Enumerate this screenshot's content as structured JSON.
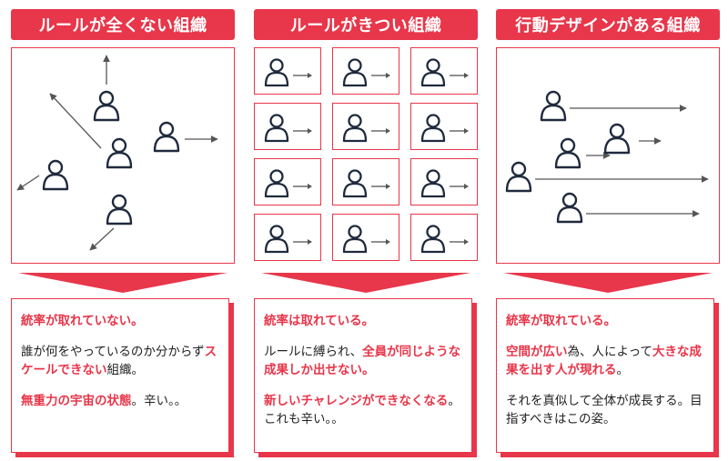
{
  "columns": [
    {
      "title": "ルールが全くない組織",
      "paragraphs": [
        [
          {
            "text": "統率が取れていない。",
            "red": true
          }
        ],
        [
          {
            "text": "誰が何をやっているのか分からず",
            "red": false
          },
          {
            "text": "スケールできない",
            "red": true
          },
          {
            "text": "組織。",
            "red": false
          }
        ],
        [
          {
            "text": "無重力の宇宙の状態",
            "red": true
          },
          {
            "text": "。辛い。。",
            "red": false
          }
        ]
      ]
    },
    {
      "title": "ルールがきつい組織",
      "paragraphs": [
        [
          {
            "text": "統率は取れている。",
            "red": true
          }
        ],
        [
          {
            "text": "ルールに縛られ、",
            "red": false
          },
          {
            "text": "全員が同じような成果しか出せない。",
            "red": true
          }
        ],
        [
          {
            "text": "新しいチャレンジができなくなる",
            "red": true
          },
          {
            "text": "。これも辛い。。",
            "red": false
          }
        ]
      ]
    },
    {
      "title": "行動デザインがある組織",
      "paragraphs": [
        [
          {
            "text": "統率が取れている。",
            "red": true
          }
        ],
        [
          {
            "text": "空間が広い",
            "red": true
          },
          {
            "text": "為、人によって",
            "red": false
          },
          {
            "text": "大きな成果を出す人が現れる",
            "red": true
          },
          {
            "text": "。",
            "red": false
          }
        ],
        [
          {
            "text": "それを真似して全体が成長する。目指すべきはこの姿。",
            "red": false
          }
        ]
      ]
    }
  ],
  "colors": {
    "accent": "#e8364a",
    "icon": "#1f2a3d",
    "arrow": "#555555"
  },
  "icons": {
    "person": "person-icon",
    "arrow": "arrow-icon",
    "chevron": "chevron-down-icon"
  }
}
